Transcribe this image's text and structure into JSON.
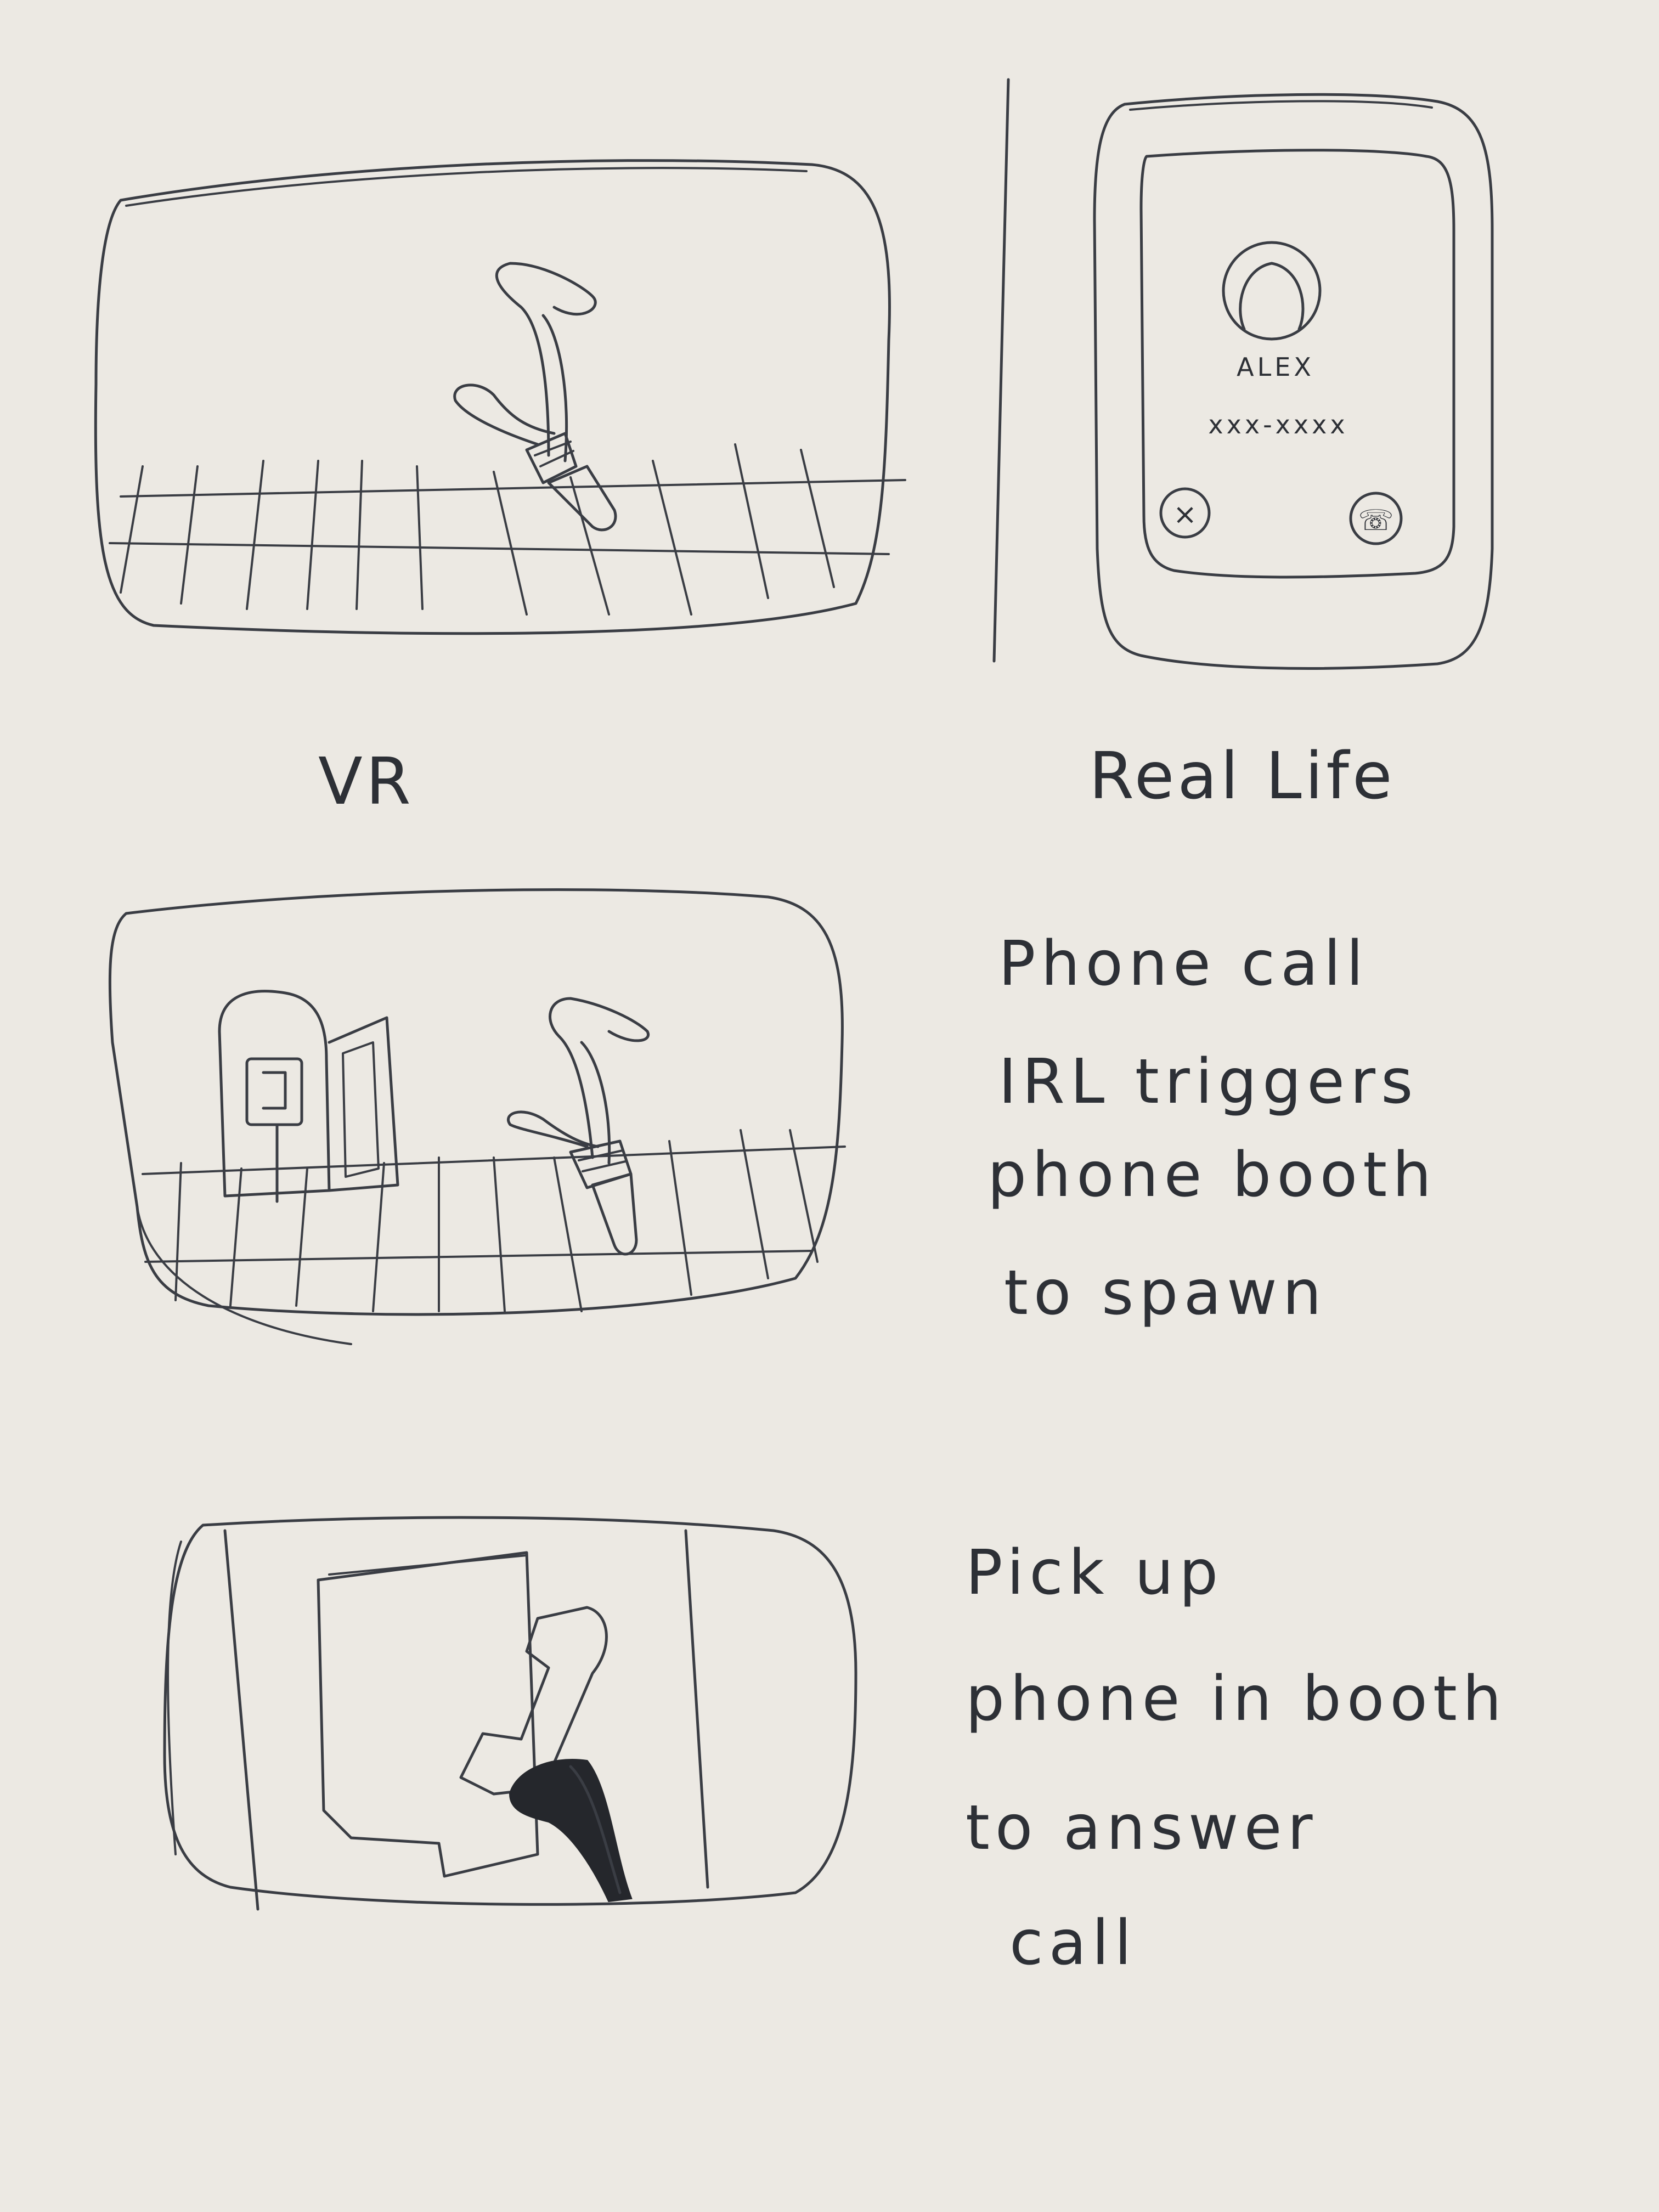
{
  "panels": {
    "vr": {
      "caption": "VR"
    },
    "real_life": {
      "caption": "Real Life",
      "caller_name": "ALEX",
      "caller_number": "xxx-xxxx",
      "decline_symbol": "×",
      "answer_symbol": "☏"
    },
    "booth_spawn": {
      "note_lines": [
        "Phone call",
        "IRL triggers",
        "phone booth",
        "to spawn"
      ]
    },
    "pick_up": {
      "note_lines": [
        "Pick up",
        "phone in booth",
        "to answer",
        "call"
      ]
    }
  },
  "colors": {
    "paper": "#ece9e3",
    "ink": "#3a3d44"
  }
}
